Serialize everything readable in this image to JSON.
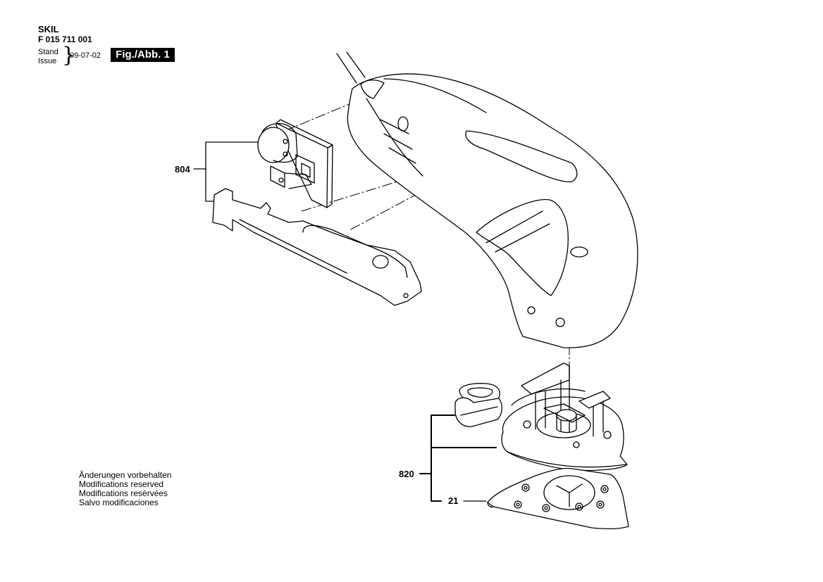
{
  "header": {
    "brand": "SKIL",
    "part_number": "F 015 711 001",
    "stand_label": "Stand",
    "issue_label": "Issue",
    "date": "09-07-02",
    "figure_label": "Fig./Abb. 1"
  },
  "notice": {
    "lines": [
      "Änderungen vorbehalten",
      "Modifications reserved",
      "Modifications resèrvées",
      "Salvo modificaciones"
    ]
  },
  "callouts": {
    "switch_assembly": "804",
    "base_assembly": "820",
    "sanding_sheet": "21"
  }
}
